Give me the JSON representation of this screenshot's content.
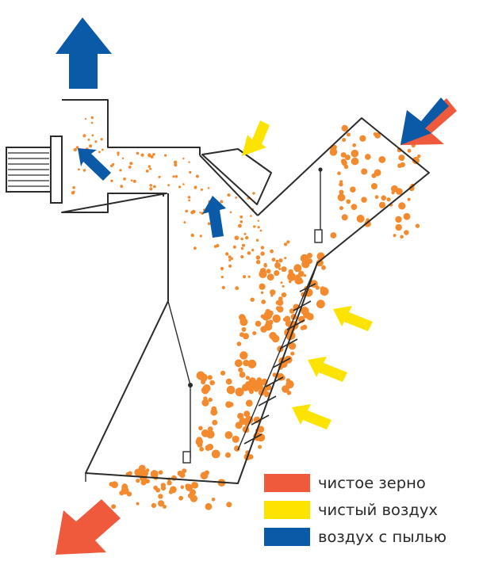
{
  "colors": {
    "clean_grain": "#f05a3c",
    "clean_air": "#fde400",
    "dusty_air": "#0a5aa8",
    "particle": "#f38a2e",
    "outline": "#2b2b2b"
  },
  "legend": {
    "items": [
      {
        "label": "чистое зерно",
        "color": "#f05a3c",
        "icon": "orange-swatch"
      },
      {
        "label": "чистый воздух",
        "color": "#fde400",
        "icon": "yellow-swatch"
      },
      {
        "label": "воздух с пылью",
        "color": "#0a5aa8",
        "icon": "blue-swatch"
      }
    ]
  },
  "arrows": {
    "dusty_air_exhaust": "blue-arrow-up-icon",
    "inlet": "blue-orange-arrow-down-left-icon",
    "clean_grain_outlet": "orange-arrow-down-left-icon",
    "clean_air_inflow": "yellow-arrow-icon",
    "internal_air_flow": "blue-arrow-icon"
  }
}
